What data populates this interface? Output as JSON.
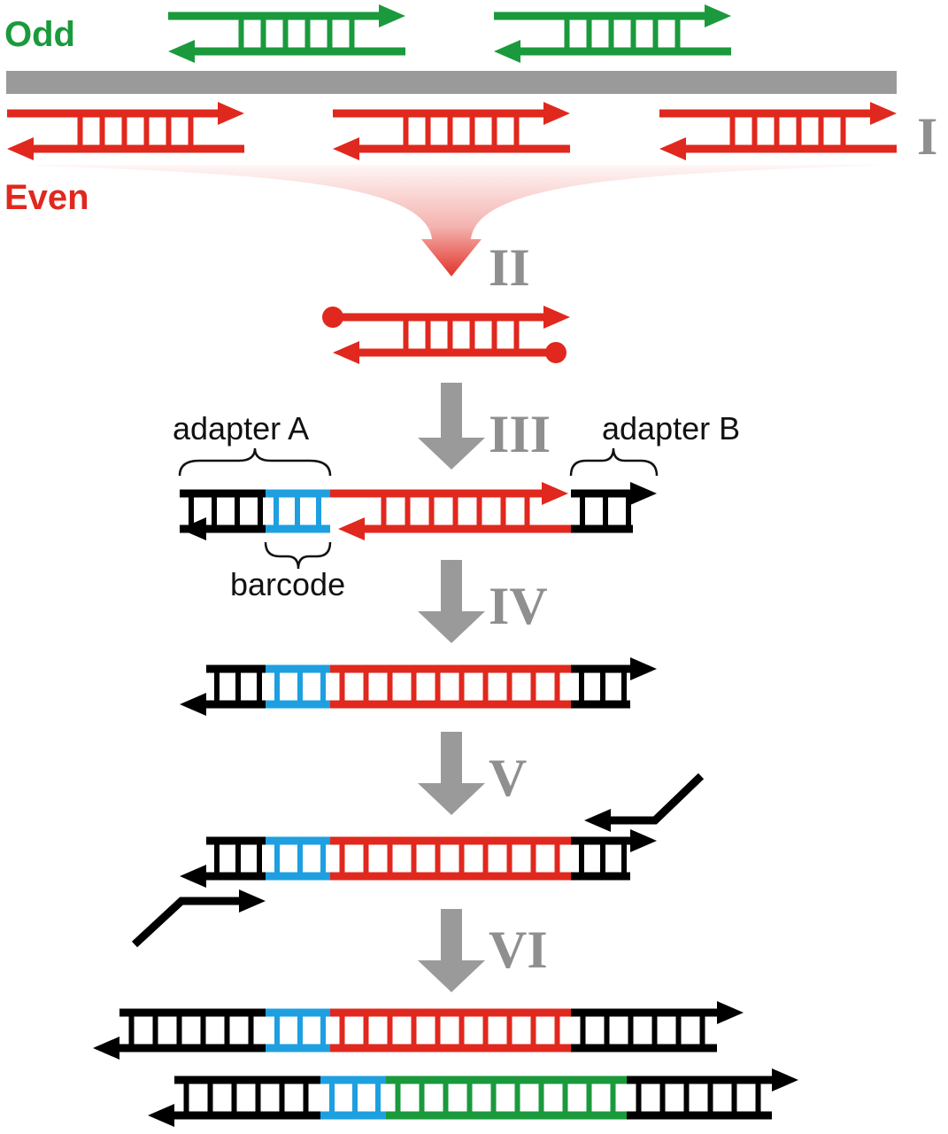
{
  "labels": {
    "odd": "Odd",
    "even": "Even",
    "adapter_a": "adapter A",
    "adapter_b": "adapter B",
    "barcode": "barcode"
  },
  "steps": [
    "I",
    "II",
    "III",
    "IV",
    "V",
    "VI"
  ],
  "colors": {
    "odd": "#1a9a3c",
    "even": "#e0281e",
    "adapter": "#000000",
    "barcode": "#1e9fe0",
    "template": "#9a9a9a",
    "step_text": "#8f8f8f",
    "step_arrow": "#9a9a9a"
  }
}
